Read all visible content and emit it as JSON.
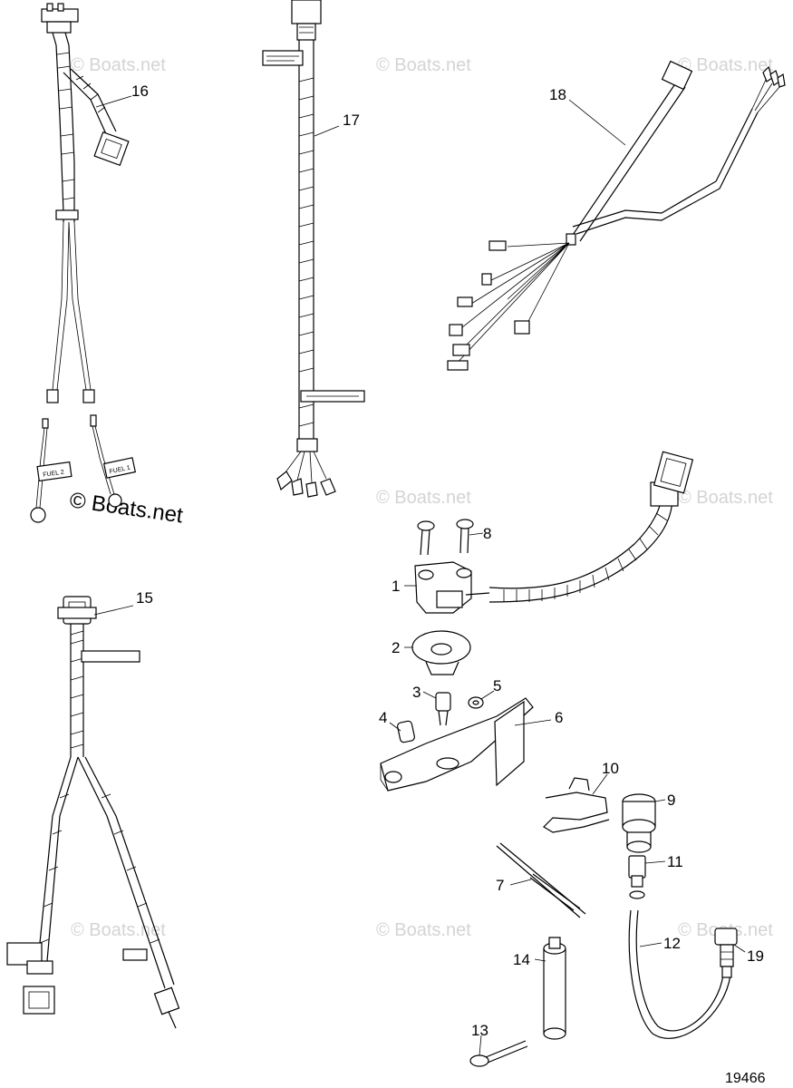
{
  "watermark": "© Boats.net",
  "diagram_number": "19466",
  "labels": {
    "fuel1": "FUEL 1",
    "fuel2": "FUEL 2"
  },
  "callouts": {
    "c1": "1",
    "c2": "2",
    "c3": "3",
    "c4": "4",
    "c5": "5",
    "c6": "6",
    "c7": "7",
    "c8": "8",
    "c9": "9",
    "c10": "10",
    "c11": "11",
    "c12": "12",
    "c13": "13",
    "c14": "14",
    "c15": "15",
    "c16": "16",
    "c17": "17",
    "c18": "18",
    "c19": "19"
  }
}
